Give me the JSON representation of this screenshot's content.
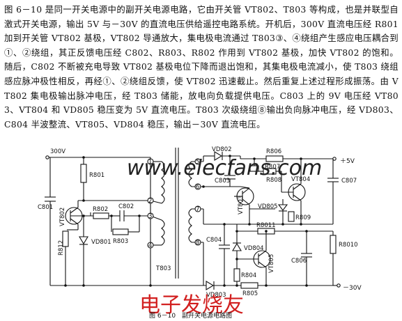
{
  "description": "图 6－10 是同一开关电源中的副开关电源电路，它由开关管 VT802、T803 等构成，也是并联型自激式开关电源，输出 5V 与－30V 的直流电压供给遥控电路系统。开机后，300V 直流电压经 R801 加到开关管 VT802 基极，VT802 导通放大，集电极电流通过 T803③、④绕组产生感应电压耦合到①、②绕组，其正反馈电压经 C802、R803、R802 作用到 VT802 基极，加快 VT802 的饱和。随后，C802 不断被充电导致 VT802 基极电位下降而退出饱和，其集电极电流减小，使 T803 绕组感应脉冲极性相反，再经①、②绕组反馈，使 VT802 迅速截止。然后重复上述过程形成振荡。由 VT802 集电极输出脉冲电压，经 T803 储能，放电向负载提供电压。C803 上的 9V 电压经 VT803、VT804 和 VD805 稳压变为 5V 直流电压。T803 次级绕组⑧输出负向脉冲电压，经 VD803、C804 半波整流、VT805、VD804 稳压，输出－30V 直流电压。",
  "labels": {
    "v300": "300V",
    "plus5": "＋5V",
    "minus30": "－30V",
    "R801": "R801",
    "C801": "C801",
    "VT802_left": "VT802",
    "R812": "R812",
    "VD801": "VD801",
    "R802": "R802",
    "C802": "C802",
    "R803": "R803",
    "T803": "T803",
    "VD802": "VD802",
    "C803": "C803",
    "R806": "R806",
    "R807": "R807",
    "R808": "R808",
    "VT803": "VT803",
    "VD805": "VD805",
    "VT804": "VT804",
    "C807": "C807",
    "R809": "R809",
    "R8011": "R8011",
    "R8010": "R8010",
    "C804": "C804",
    "VD804": "VD804",
    "VT805": "VT805",
    "C806": "C806",
    "R804": "R804",
    "R805": "R805",
    "VD803": "VD803",
    "pin1": "1",
    "pin2": "2",
    "pin3": "3",
    "pin4": "4",
    "pin5": "5",
    "pin6": "6",
    "pin7": "7",
    "pin8": "8"
  },
  "caption": "图 6－10　副开关电源电路图",
  "watermark": {
    "url": "www.elecfans.com",
    "site": "电子发烧友"
  }
}
